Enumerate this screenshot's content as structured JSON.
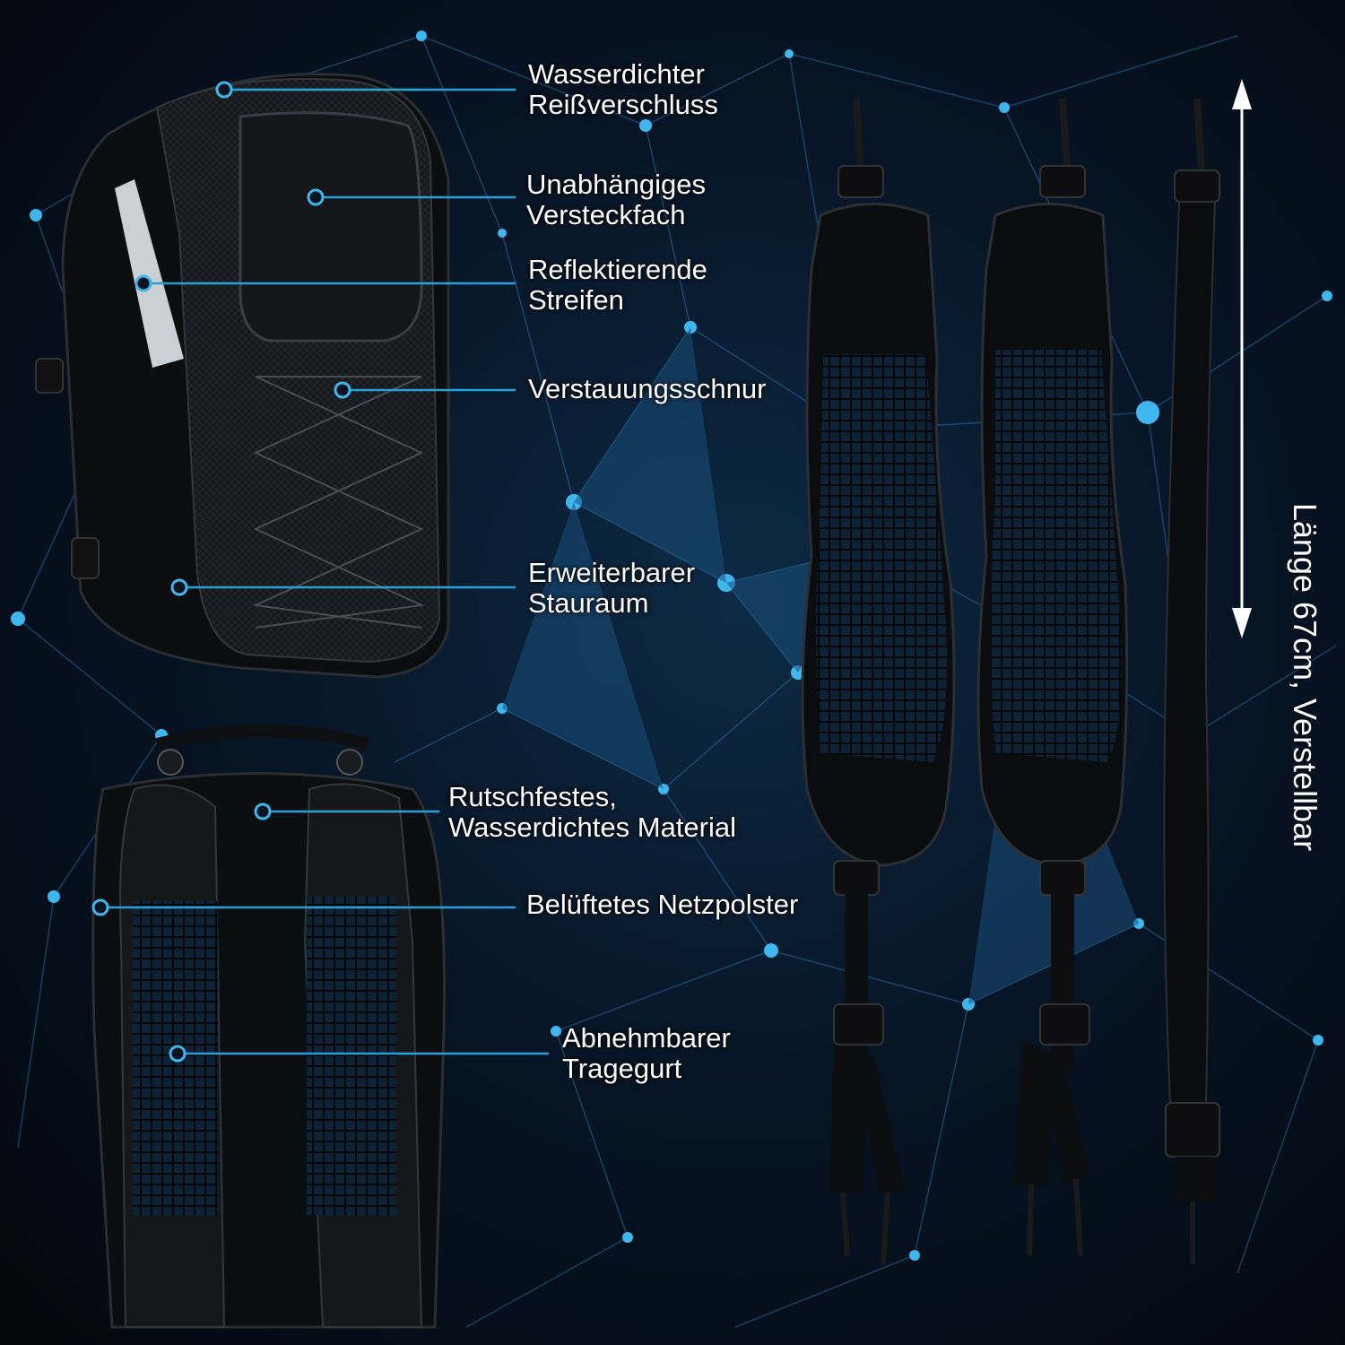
{
  "callouts": {
    "zipper": {
      "line1": "Wasserdichter",
      "line2": "Reißverschluss"
    },
    "hidden_pocket": {
      "line1": "Unabhängiges",
      "line2": "Versteckfach"
    },
    "reflective": {
      "line1": "Reflektierende",
      "line2": "Streifen"
    },
    "bungee": {
      "line1": "Verstauungsschnur"
    },
    "expandable": {
      "line1": "Erweiterbarer",
      "line2": "Stauraum"
    },
    "material": {
      "line1": "Rutschfestes,",
      "line2": "Wasserdichtes Material"
    },
    "mesh": {
      "line1": "Belüftetes Netzpolster"
    },
    "strap": {
      "line1": "Abnehmbarer",
      "line2": "Tragegurt"
    }
  },
  "strap_length": "Länge 67cm, Verstellbar",
  "colors": {
    "accent": "#2a9fd6",
    "callout_dot": "#3fb7ee",
    "bag": "#111214",
    "mesh": "#1f3d5c",
    "text": "#ffffff"
  },
  "icons": {
    "dimension_arrow": "double-headed-arrow"
  }
}
